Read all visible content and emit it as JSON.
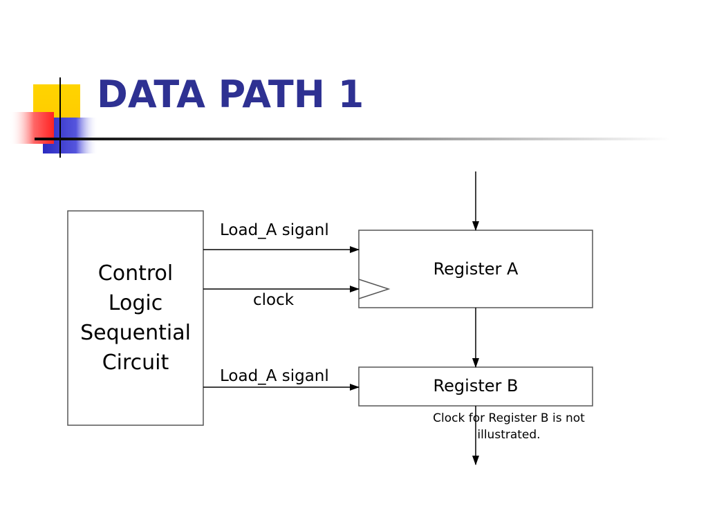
{
  "slide": {
    "title": "DATA PATH 1"
  },
  "diagram": {
    "control_block": {
      "lines": [
        "Control",
        "Logic",
        "Sequential",
        "Circuit"
      ]
    },
    "register_a": {
      "label": "Register A"
    },
    "register_b": {
      "label": "Register B"
    },
    "signals": {
      "load_a_top": "Load_A siganl",
      "clock": "clock",
      "load_a_bottom": "Load_A siganl"
    },
    "note": {
      "lines": [
        "Clock for Register B is not",
        "illustrated."
      ]
    }
  },
  "colors": {
    "title": "#2e3192",
    "decor_yellow": "#ffcc00",
    "decor_red": "#ff3333",
    "decor_blue": "#3333cc",
    "stroke": "#000000"
  }
}
